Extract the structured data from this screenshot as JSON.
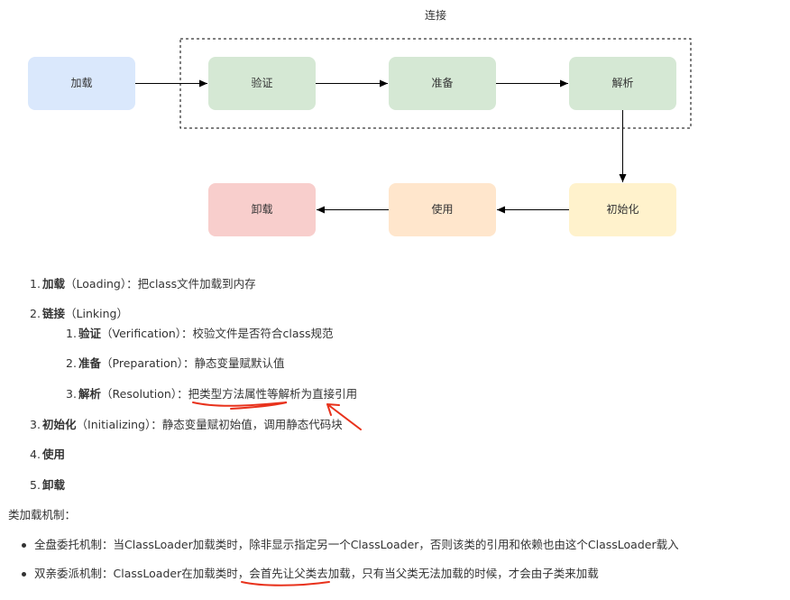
{
  "diagram": {
    "group_label": "连接",
    "nodes": {
      "load": "加载",
      "verify": "验证",
      "prepare": "准备",
      "resolve": "解析",
      "init": "初始化",
      "use": "使用",
      "unload": "卸载"
    },
    "colors": {
      "load": "#dae8fc",
      "verify": "#d5e8d4",
      "prepare": "#d5e8d4",
      "resolve": "#d5e8d4",
      "init": "#fff2cc",
      "use": "#ffe6cc",
      "unload": "#f8cecc",
      "annotation": "#e8321c"
    }
  },
  "steps": [
    {
      "num": "1.",
      "bold": "加载",
      "rest": "（Loading）：把class文件加载到内存"
    },
    {
      "num": "2.",
      "bold": "链接",
      "rest": "（Linking）"
    },
    {
      "num": "1.",
      "bold": "验证",
      "rest": "（Verification）：校验文件是否符合class规范"
    },
    {
      "num": "2.",
      "bold": "准备",
      "rest": "（Preparation）：静态变量赋默认值"
    },
    {
      "num": "3.",
      "bold": "解析",
      "rest": "（Resolution）：把类型方法属性等解析为直接引用"
    },
    {
      "num": "3.",
      "bold": "初始化",
      "rest": "（Initializing）：静态变量赋初始值，调用静态代码块"
    },
    {
      "num": "4.",
      "bold": "使用",
      "rest": ""
    },
    {
      "num": "5.",
      "bold": "卸载",
      "rest": ""
    }
  ],
  "mechanism_title": "类加载机制：",
  "bullets": [
    "全盘委托机制：当ClassLoader加载类时，除非显示指定另一个ClassLoader，否则该类的引用和依赖也由这个ClassLoader载入",
    "双亲委派机制：ClassLoader在加载类时，会首先让父类去加载，只有当父类无法加载的时候，才会由子类来加载"
  ]
}
